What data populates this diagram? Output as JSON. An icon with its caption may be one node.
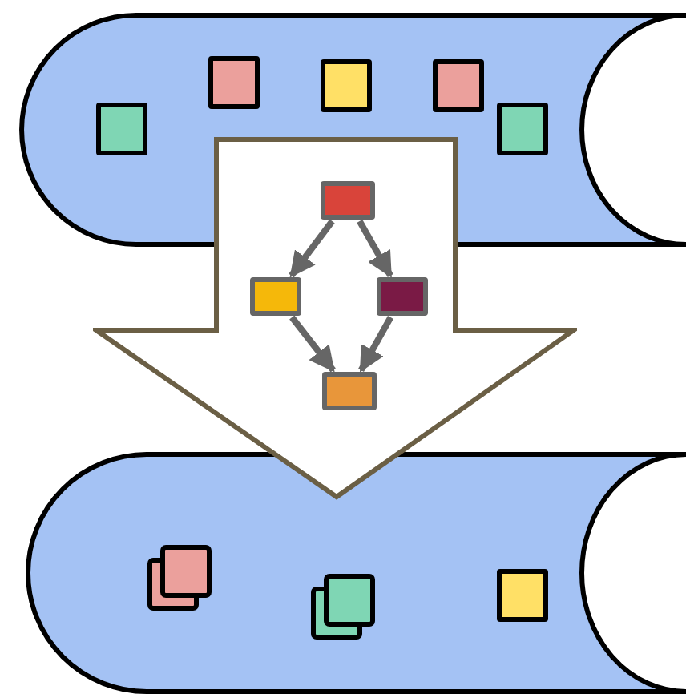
{
  "diagram": {
    "nodes": [
      {
        "text": [],
        "shape": "cylinder"
      },
      {
        "text": [],
        "shape": "box",
        "in": 0
      },
      {
        "text": [],
        "shape": "box",
        "in": 0
      },
      {
        "text": [],
        "shape": "box",
        "in": 0
      },
      {
        "text": [],
        "shape": "box",
        "in": 0
      },
      {
        "text": [],
        "shape": "box",
        "in": 0
      },
      {
        "text": [],
        "shape": "arrow"
      },
      {
        "text": [],
        "shape": "box"
      },
      {
        "text": [],
        "shape": "box",
        "in": 6
      },
      {
        "text": [],
        "shape": "box",
        "in": 6
      },
      {
        "text": [],
        "shape": "box",
        "in": 6
      },
      {
        "text": [],
        "shape": "cylinder"
      },
      {
        "text": [],
        "shape": "box",
        "in": 11
      },
      {
        "text": [],
        "shape": "box",
        "in": 11
      },
      {
        "text": [],
        "shape": "box",
        "in": 11
      }
    ],
    "edges": [
      {
        "from": 7,
        "to": 8,
        "arrow": "to"
      },
      {
        "from": 7,
        "to": 9,
        "arrow": "to"
      },
      {
        "from": 8,
        "to": 10,
        "arrow": "to"
      },
      {
        "from": 9,
        "to": 10,
        "arrow": "to"
      }
    ]
  }
}
